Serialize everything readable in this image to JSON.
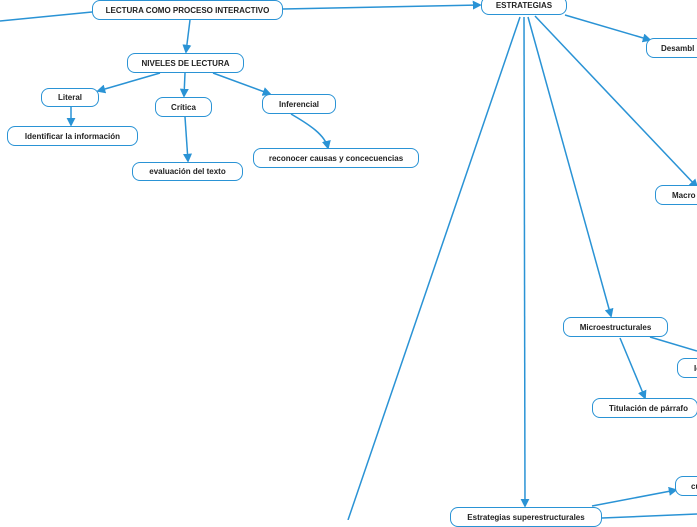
{
  "colors": {
    "line": "#2a93d5",
    "node_border": "#2a93d5",
    "node_fill": "#ffffff",
    "text": "#222222"
  },
  "nodes": {
    "lectura": "LECTURA COMO PROCESO INTERACTIVO",
    "estrategias": "ESTRATEGIAS",
    "niveles": "NIVELES DE LECTURA",
    "literal": "Literal",
    "critica": "Crítica",
    "inferencial": "Inferencial",
    "identificar": "Identificar la información",
    "evaluacion": "evaluación del texto",
    "reconocer": "reconocer causas y concecuencias",
    "desamble": "Desambl",
    "macro": "Macro",
    "micro": "Microestructurales",
    "ic": "Ic",
    "titulacion": "Titulación de párrafo",
    "superestructurales": "Estrategias superestructurales",
    "cu": "cu"
  }
}
